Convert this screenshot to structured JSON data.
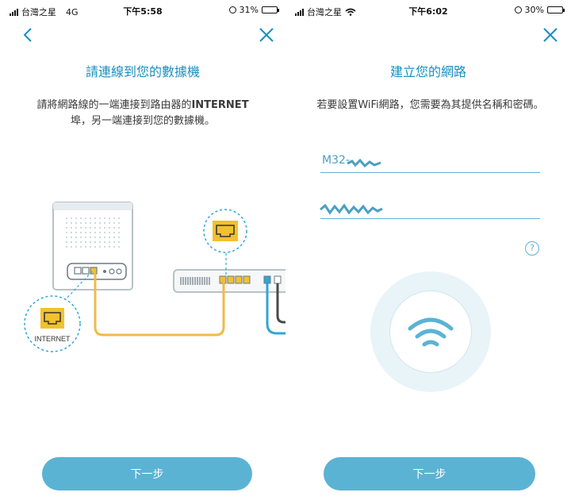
{
  "left": {
    "status": {
      "carrier": "台灣之星",
      "network": "4G",
      "time": "下午5:58",
      "battery": "31%",
      "battery_level": 0.31
    },
    "title": "請連線到您的數據機",
    "desc_part1": "請將網路線的一端連接到路由器的",
    "desc_bold": "INTERNET",
    "desc_part2": "埠，另一端連接到您的數據機。",
    "diagram_label": "INTERNET",
    "next_label": "下一步",
    "icons": {
      "back": "chevron-left-icon",
      "close": "close-icon",
      "port": "ethernet-port-icon"
    }
  },
  "right": {
    "status": {
      "carrier": "台灣之星",
      "time": "下午6:02",
      "battery": "30%",
      "battery_level": 0.3
    },
    "title": "建立您的網路",
    "desc": "若要設置WiFi網路，您需要為其提供名稱和密碼。",
    "ssid_prefix": "M32-",
    "help": "?",
    "next_label": "下一步",
    "icons": {
      "close": "close-icon",
      "help": "help-icon",
      "wifi": "wifi-icon"
    }
  },
  "colors": {
    "accent": "#1a8fbf",
    "button": "#5bb3d4",
    "cable": "#f2b94a",
    "port": "#f2c12e"
  }
}
